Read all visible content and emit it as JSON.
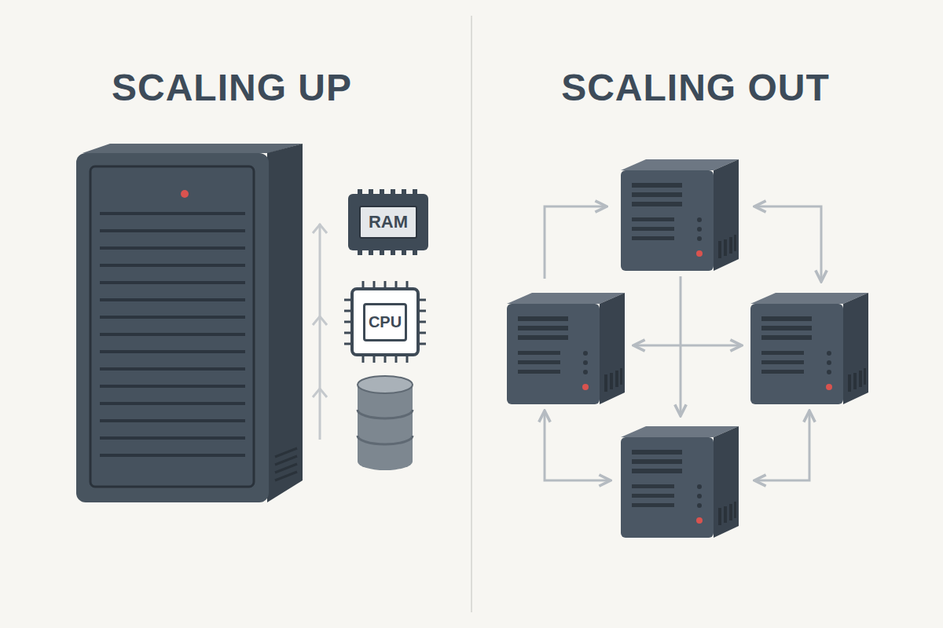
{
  "diagram": {
    "nodes": [
      {
        "text": [
          "RAM"
        ]
      },
      {
        "text": [
          "CPU"
        ]
      }
    ],
    "labels": [
      "SCALING UP",
      "SCALING OUT"
    ]
  }
}
